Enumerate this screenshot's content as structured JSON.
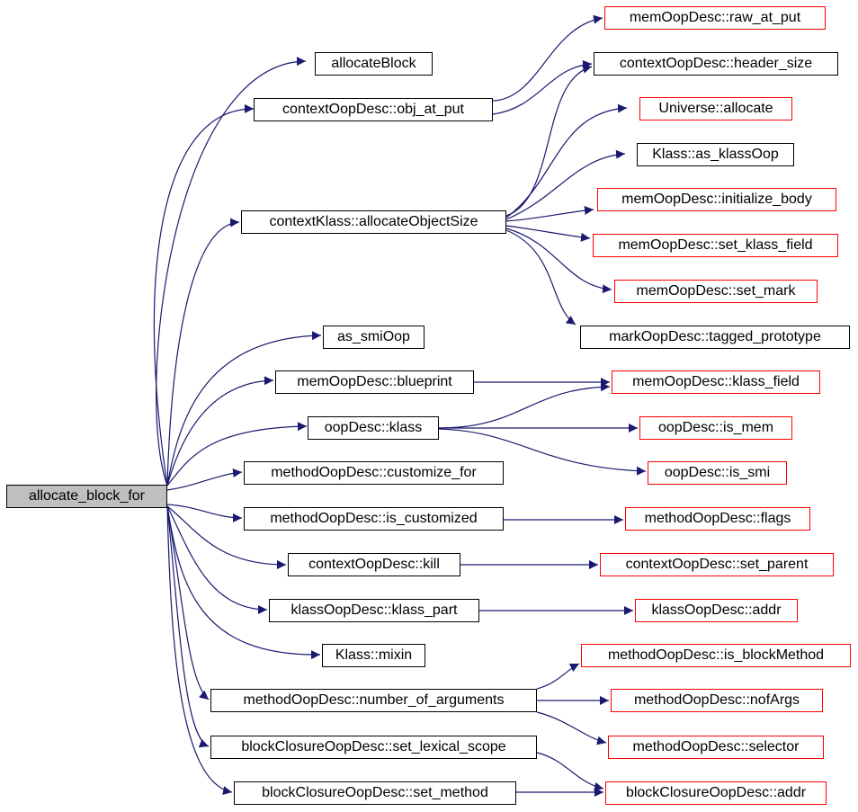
{
  "colors": {
    "edge": "#191970",
    "node_border": "#000000",
    "external_border": "#ff0000",
    "root_fill": "#bfbfbf",
    "background": "#ffffff"
  },
  "nodes": {
    "allocate_block_for": "allocate_block_for",
    "allocateBlock": "allocateBlock",
    "ctx_obj_at_put": "contextOopDesc::obj_at_put",
    "ctxklass_allocObjSize": "contextKlass::allocateObjectSize",
    "as_smiOop": "as_smiOop",
    "mem_blueprint": "memOopDesc::blueprint",
    "oop_klass": "oopDesc::klass",
    "method_customize_for": "methodOopDesc::customize_for",
    "method_is_customized": "methodOopDesc::is_customized",
    "ctx_kill": "contextOopDesc::kill",
    "klassoop_klass_part": "klassOopDesc::klass_part",
    "klass_mixin": "Klass::mixin",
    "method_num_args": "methodOopDesc::number_of_arguments",
    "bc_set_lexical_scope": "blockClosureOopDesc::set_lexical_scope",
    "bc_set_method": "blockClosureOopDesc::set_method",
    "mem_raw_at_put": "memOopDesc::raw_at_put",
    "ctx_header_size": "contextOopDesc::header_size",
    "universe_allocate": "Universe::allocate",
    "klass_as_klassOop": "Klass::as_klassOop",
    "mem_initialize_body": "memOopDesc::initialize_body",
    "mem_set_klass_field": "memOopDesc::set_klass_field",
    "mem_set_mark": "memOopDesc::set_mark",
    "mark_tagged_prototype": "markOopDesc::tagged_prototype",
    "mem_klass_field": "memOopDesc::klass_field",
    "oop_is_mem": "oopDesc::is_mem",
    "oop_is_smi": "oopDesc::is_smi",
    "method_flags": "methodOopDesc::flags",
    "ctx_set_parent": "contextOopDesc::set_parent",
    "klassoop_addr": "klassOopDesc::addr",
    "method_is_blockMethod": "methodOopDesc::is_blockMethod",
    "method_nofArgs": "methodOopDesc::nofArgs",
    "method_selector": "methodOopDesc::selector",
    "bc_addr": "blockClosureOopDesc::addr"
  }
}
